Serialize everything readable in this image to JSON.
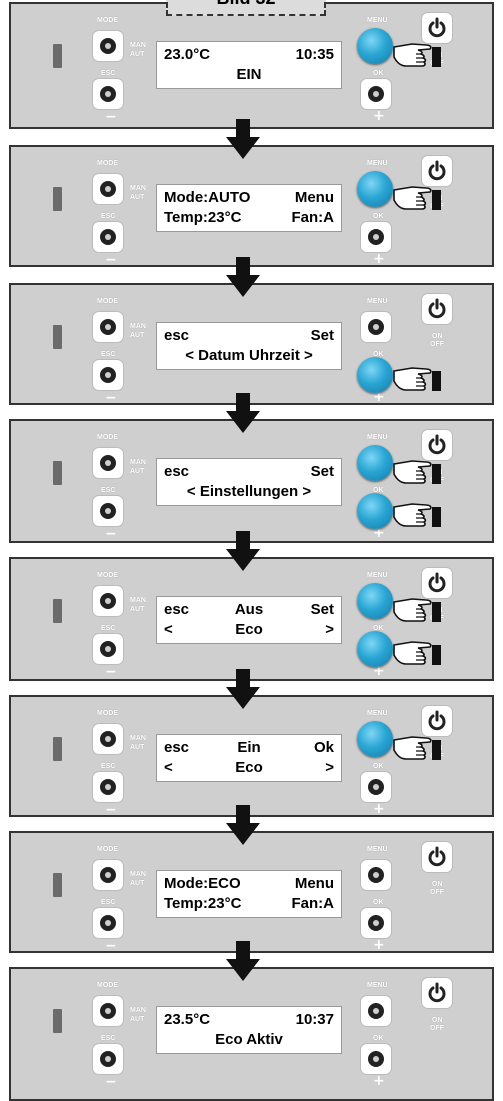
{
  "title": "Bild 32",
  "colors": {
    "panel": "#cfcfcf",
    "button_active": "#2aa6d4",
    "led": "#6b6b6b"
  },
  "labels": {
    "mode": "MODE",
    "man": "MAN",
    "aut": "AUT",
    "esc": "ESC",
    "menu": "MENU",
    "ok": "OK",
    "on": "ON",
    "off": "OFF",
    "minus": "−",
    "plus": "+"
  },
  "steps": [
    {
      "lcd": {
        "r1_left": "23.0°C",
        "r1_center": "",
        "r1_right": "10:35",
        "r2_full": "EIN",
        "r2_left": "",
        "r2_center": "",
        "r2_right": ""
      },
      "pressed": [
        "menu"
      ]
    },
    {
      "lcd": {
        "r1_left": "Mode:AUTO",
        "r1_center": "",
        "r1_right": "Menu",
        "r2_full": "",
        "r2_left": "Temp:23°C",
        "r2_center": "",
        "r2_right": "Fan:A"
      },
      "pressed": [
        "menu"
      ]
    },
    {
      "lcd": {
        "r1_left": "esc",
        "r1_center": "",
        "r1_right": "Set",
        "r2_full": "< Datum Uhrzeit >",
        "r2_left": "",
        "r2_center": "",
        "r2_right": ""
      },
      "pressed": [
        "ok"
      ]
    },
    {
      "lcd": {
        "r1_left": "esc",
        "r1_center": "",
        "r1_right": "Set",
        "r2_full": "< Einstellungen >",
        "r2_left": "",
        "r2_center": "",
        "r2_right": ""
      },
      "pressed": [
        "menu",
        "ok"
      ]
    },
    {
      "lcd": {
        "r1_left": "esc",
        "r1_center": "Aus",
        "r1_right": "Set",
        "r2_full": "",
        "r2_left": "<",
        "r2_center": "Eco",
        "r2_right": ">"
      },
      "pressed": [
        "menu",
        "ok"
      ]
    },
    {
      "lcd": {
        "r1_left": "esc",
        "r1_center": "Ein",
        "r1_right": "Ok",
        "r2_full": "",
        "r2_left": "<",
        "r2_center": "Eco",
        "r2_right": ">"
      },
      "pressed": [
        "menu"
      ]
    },
    {
      "lcd": {
        "r1_left": "Mode:ECO",
        "r1_center": "",
        "r1_right": "Menu",
        "r2_full": "",
        "r2_left": "Temp:23°C",
        "r2_center": "",
        "r2_right": "Fan:A"
      },
      "pressed": []
    },
    {
      "lcd": {
        "r1_left": "23.5°C",
        "r1_center": "",
        "r1_right": "10:37",
        "r2_full": "Eco Aktiv",
        "r2_left": "",
        "r2_center": "",
        "r2_right": ""
      },
      "pressed": []
    }
  ]
}
